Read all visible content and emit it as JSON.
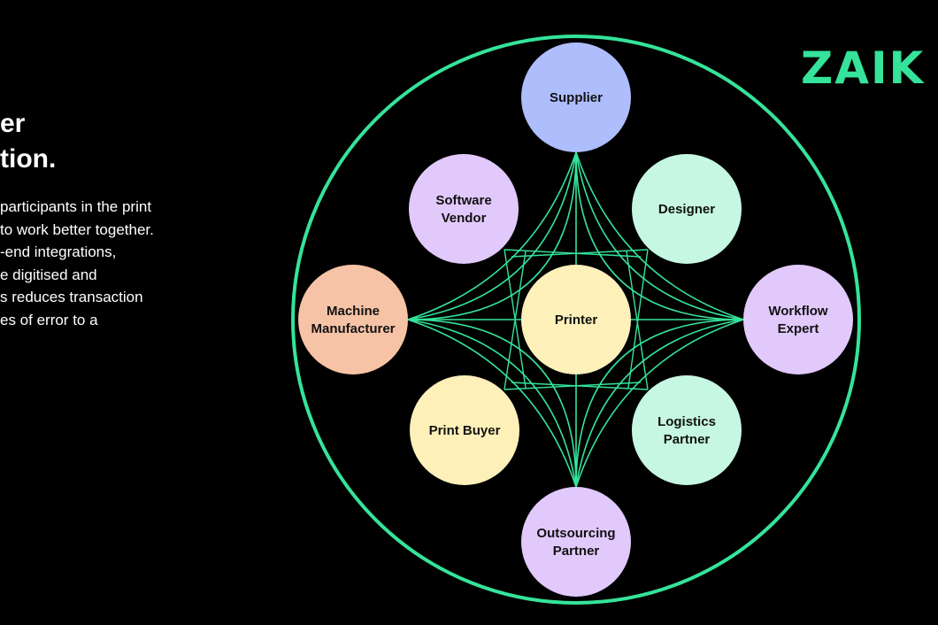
{
  "heading": {
    "lines": [
      "er",
      "tion."
    ]
  },
  "body": {
    "lines": [
      "participants in the print",
      "to work better together.",
      "-end integrations,",
      "e digitised and",
      "s reduces transaction",
      "es of error to a"
    ]
  },
  "logo": {
    "text": "ZAIK"
  },
  "colors": {
    "accent": "#35e39a",
    "supplier": "#aebdfb",
    "purple": "#e2c9fb",
    "mint": "#c6f7e2",
    "peach": "#f7c3a6",
    "cream": "#fdf0b9"
  },
  "diagram": {
    "hub": {
      "label_lines": [
        "Printer"
      ],
      "color": "#fdf0b9"
    },
    "nodes": [
      {
        "id": "supplier",
        "label_lines": [
          "Supplier"
        ],
        "color": "#aebdfb"
      },
      {
        "id": "designer",
        "label_lines": [
          "Designer"
        ],
        "color": "#c6f7e2"
      },
      {
        "id": "workflow-expert",
        "label_lines": [
          "Workflow",
          "Expert"
        ],
        "color": "#e2c9fb"
      },
      {
        "id": "logistics-partner",
        "label_lines": [
          "Logistics",
          "Partner"
        ],
        "color": "#c6f7e2"
      },
      {
        "id": "outsourcing-partner",
        "label_lines": [
          "Outsourcing",
          "Partner"
        ],
        "color": "#e2c9fb"
      },
      {
        "id": "print-buyer",
        "label_lines": [
          "Print Buyer"
        ],
        "color": "#fdf0b9"
      },
      {
        "id": "machine-manufacturer",
        "label_lines": [
          "Machine",
          "Manufacturer"
        ],
        "color": "#f7c3a6"
      },
      {
        "id": "software-vendor",
        "label_lines": [
          "Software",
          "Vendor"
        ],
        "color": "#e2c9fb"
      }
    ]
  }
}
